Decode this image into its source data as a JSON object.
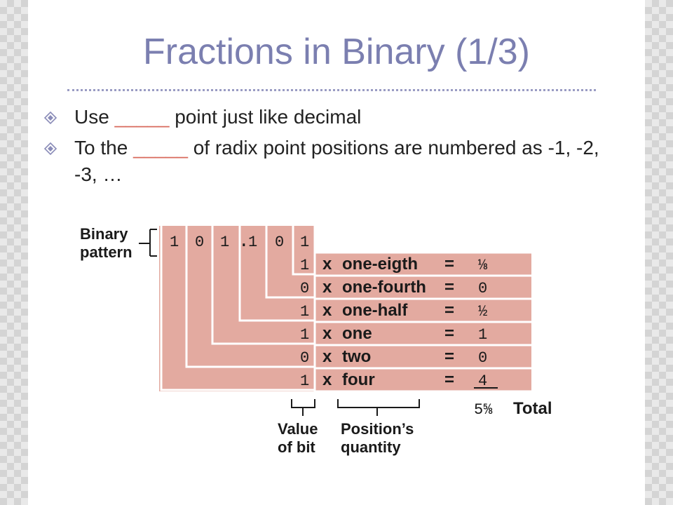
{
  "slide": {
    "title": "Fractions in Binary (1/3)",
    "bullets": [
      {
        "before": "Use ",
        "blank": "_____",
        "after": " point just like decimal"
      },
      {
        "before": "To the ",
        "blank": "_____",
        "after": " of radix point positions are numbered as -1, -2, -3, …"
      }
    ],
    "bullet_icon": "diamond-bullet-icon"
  },
  "figure": {
    "label_binary": "Binary",
    "label_pattern": "pattern",
    "bits": [
      "1",
      "0",
      "1",
      ".",
      "1",
      "0",
      "1"
    ],
    "rows": [
      {
        "bit": "1",
        "op": "x",
        "quantity": "one-eigth",
        "eq": "=",
        "value": "⅛"
      },
      {
        "bit": "0",
        "op": "x",
        "quantity": "one-fourth",
        "eq": "=",
        "value": "0"
      },
      {
        "bit": "1",
        "op": "x",
        "quantity": "one-half",
        "eq": "=",
        "value": "½"
      },
      {
        "bit": "1",
        "op": "x",
        "quantity": "one",
        "eq": "=",
        "value": "1"
      },
      {
        "bit": "0",
        "op": "x",
        "quantity": "two",
        "eq": "=",
        "value": "0"
      },
      {
        "bit": "1",
        "op": "x",
        "quantity": "four",
        "eq": "=",
        "value": "4"
      }
    ],
    "total_value": "5⅝",
    "total_label": "Total",
    "value_label_1": "Value",
    "value_label_2": "of bit",
    "position_label_1": "Position’s",
    "position_label_2": "quantity",
    "colors": {
      "fill": "#e3aaa0",
      "line": "#ffffff",
      "ink": "#1a1a1a"
    }
  }
}
